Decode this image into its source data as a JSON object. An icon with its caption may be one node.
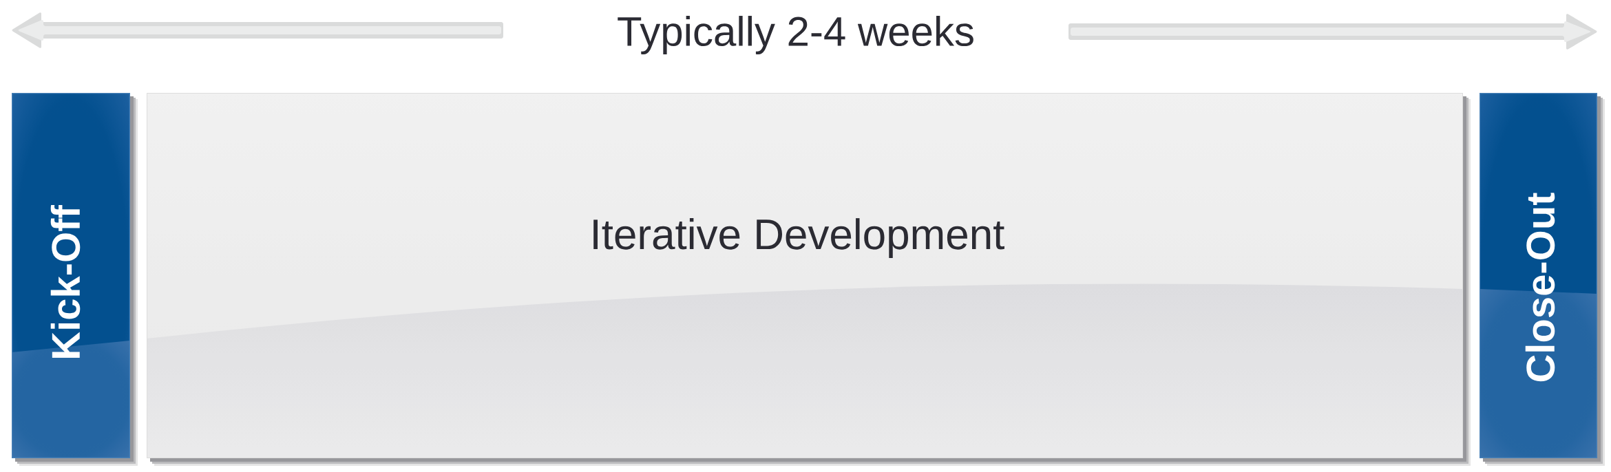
{
  "diagram": {
    "nodes": [
      {
        "text": [
          "Kick-Off"
        ]
      },
      {
        "text": [
          "Iterative Development"
        ]
      },
      {
        "text": [
          "Close-Out"
        ]
      }
    ],
    "labels": [
      "Typically 2-4 weeks"
    ]
  }
}
